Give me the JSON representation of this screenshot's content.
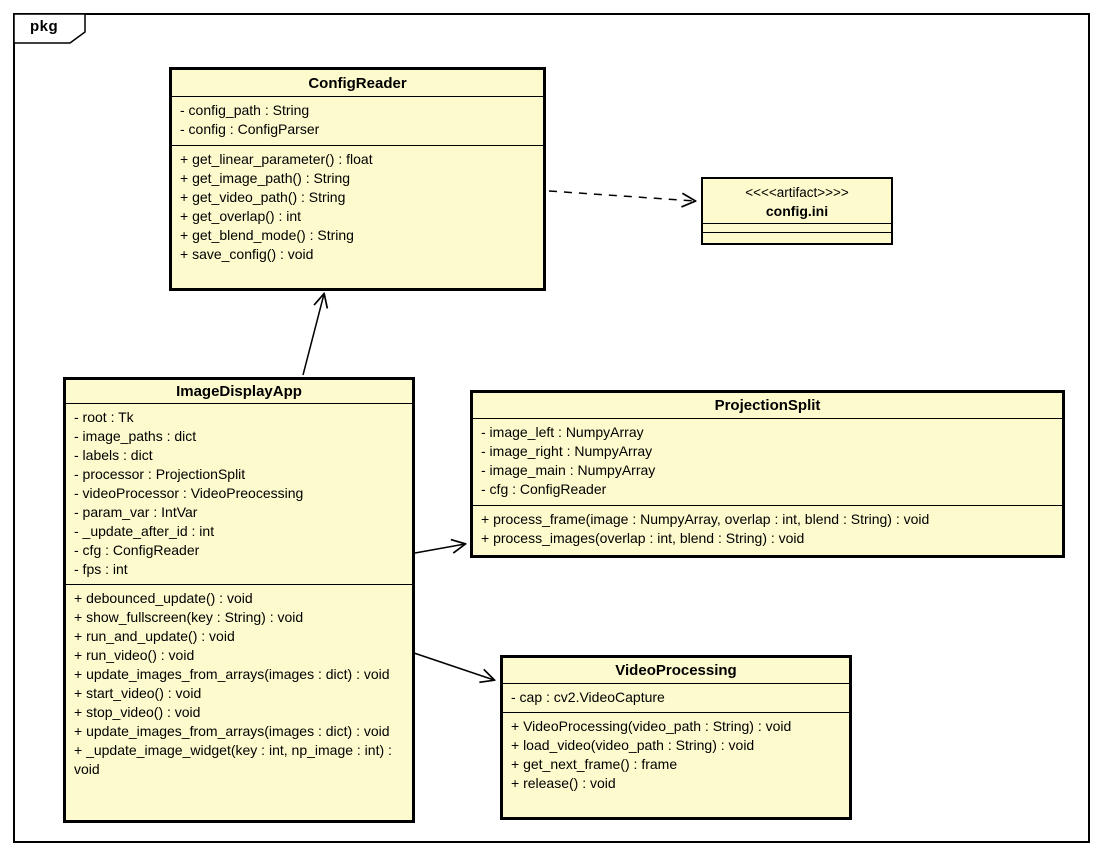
{
  "frame": {
    "label": "pkg"
  },
  "colors": {
    "box_fill": "#FDFACD",
    "line": "#000000",
    "background": "#FFFFFF"
  },
  "classes": [
    {
      "name": "ConfigReader",
      "attributes": [
        "- config_path : String",
        "- config : ConfigParser"
      ],
      "methods": [
        "+ get_linear_parameter() : float",
        "+ get_image_path() : String",
        "+ get_video_path() : String",
        "+ get_overlap() : int",
        "+ get_blend_mode() : String",
        "+ save_config() : void"
      ]
    },
    {
      "name": "ImageDisplayApp",
      "attributes": [
        "- root : Tk",
        "- image_paths : dict",
        "- labels : dict",
        "- processor : ProjectionSplit",
        "- videoProcessor : VideoPreocessing",
        "- param_var : IntVar",
        "- _update_after_id : int",
        "- cfg : ConfigReader",
        "- fps : int"
      ],
      "methods": [
        "+ debounced_update() : void",
        "+ show_fullscreen(key : String) : void",
        "+ run_and_update() : void",
        "+ run_video() : void",
        "+ update_images_from_arrays(images : dict) : void",
        "+ start_video() : void",
        "+ stop_video() : void",
        "+ update_images_from_arrays(images : dict) : void",
        "+ _update_image_widget(key : int, np_image : int) : void"
      ]
    },
    {
      "name": "ProjectionSplit",
      "attributes": [
        "- image_left : NumpyArray",
        "- image_right : NumpyArray",
        "- image_main : NumpyArray",
        "- cfg : ConfigReader"
      ],
      "methods": [
        "+ process_frame(image : NumpyArray, overlap : int, blend : String) : void",
        "+ process_images(overlap : int, blend : String) : void"
      ]
    },
    {
      "name": "VideoProcessing",
      "attributes": [
        "- cap : cv2.VideoCapture"
      ],
      "methods": [
        "+ VideoProcessing(video_path : String) : void",
        "+ load_video(video_path : String) : void",
        "+ get_next_frame() : frame",
        "+ release() : void"
      ]
    }
  ],
  "artifact": {
    "stereotype": "<<<<artifact>>>>",
    "name": "config.ini"
  },
  "relations": [
    {
      "from": "ConfigReader",
      "to": "config.ini",
      "type": "dashed-dependency-open-arrow"
    },
    {
      "from": "ImageDisplayApp",
      "to": "ConfigReader",
      "type": "solid-association-open-arrow"
    },
    {
      "from": "ImageDisplayApp",
      "to": "ProjectionSplit",
      "type": "solid-association-open-arrow"
    },
    {
      "from": "ImageDisplayApp",
      "to": "VideoProcessing",
      "type": "solid-association-open-arrow"
    }
  ]
}
